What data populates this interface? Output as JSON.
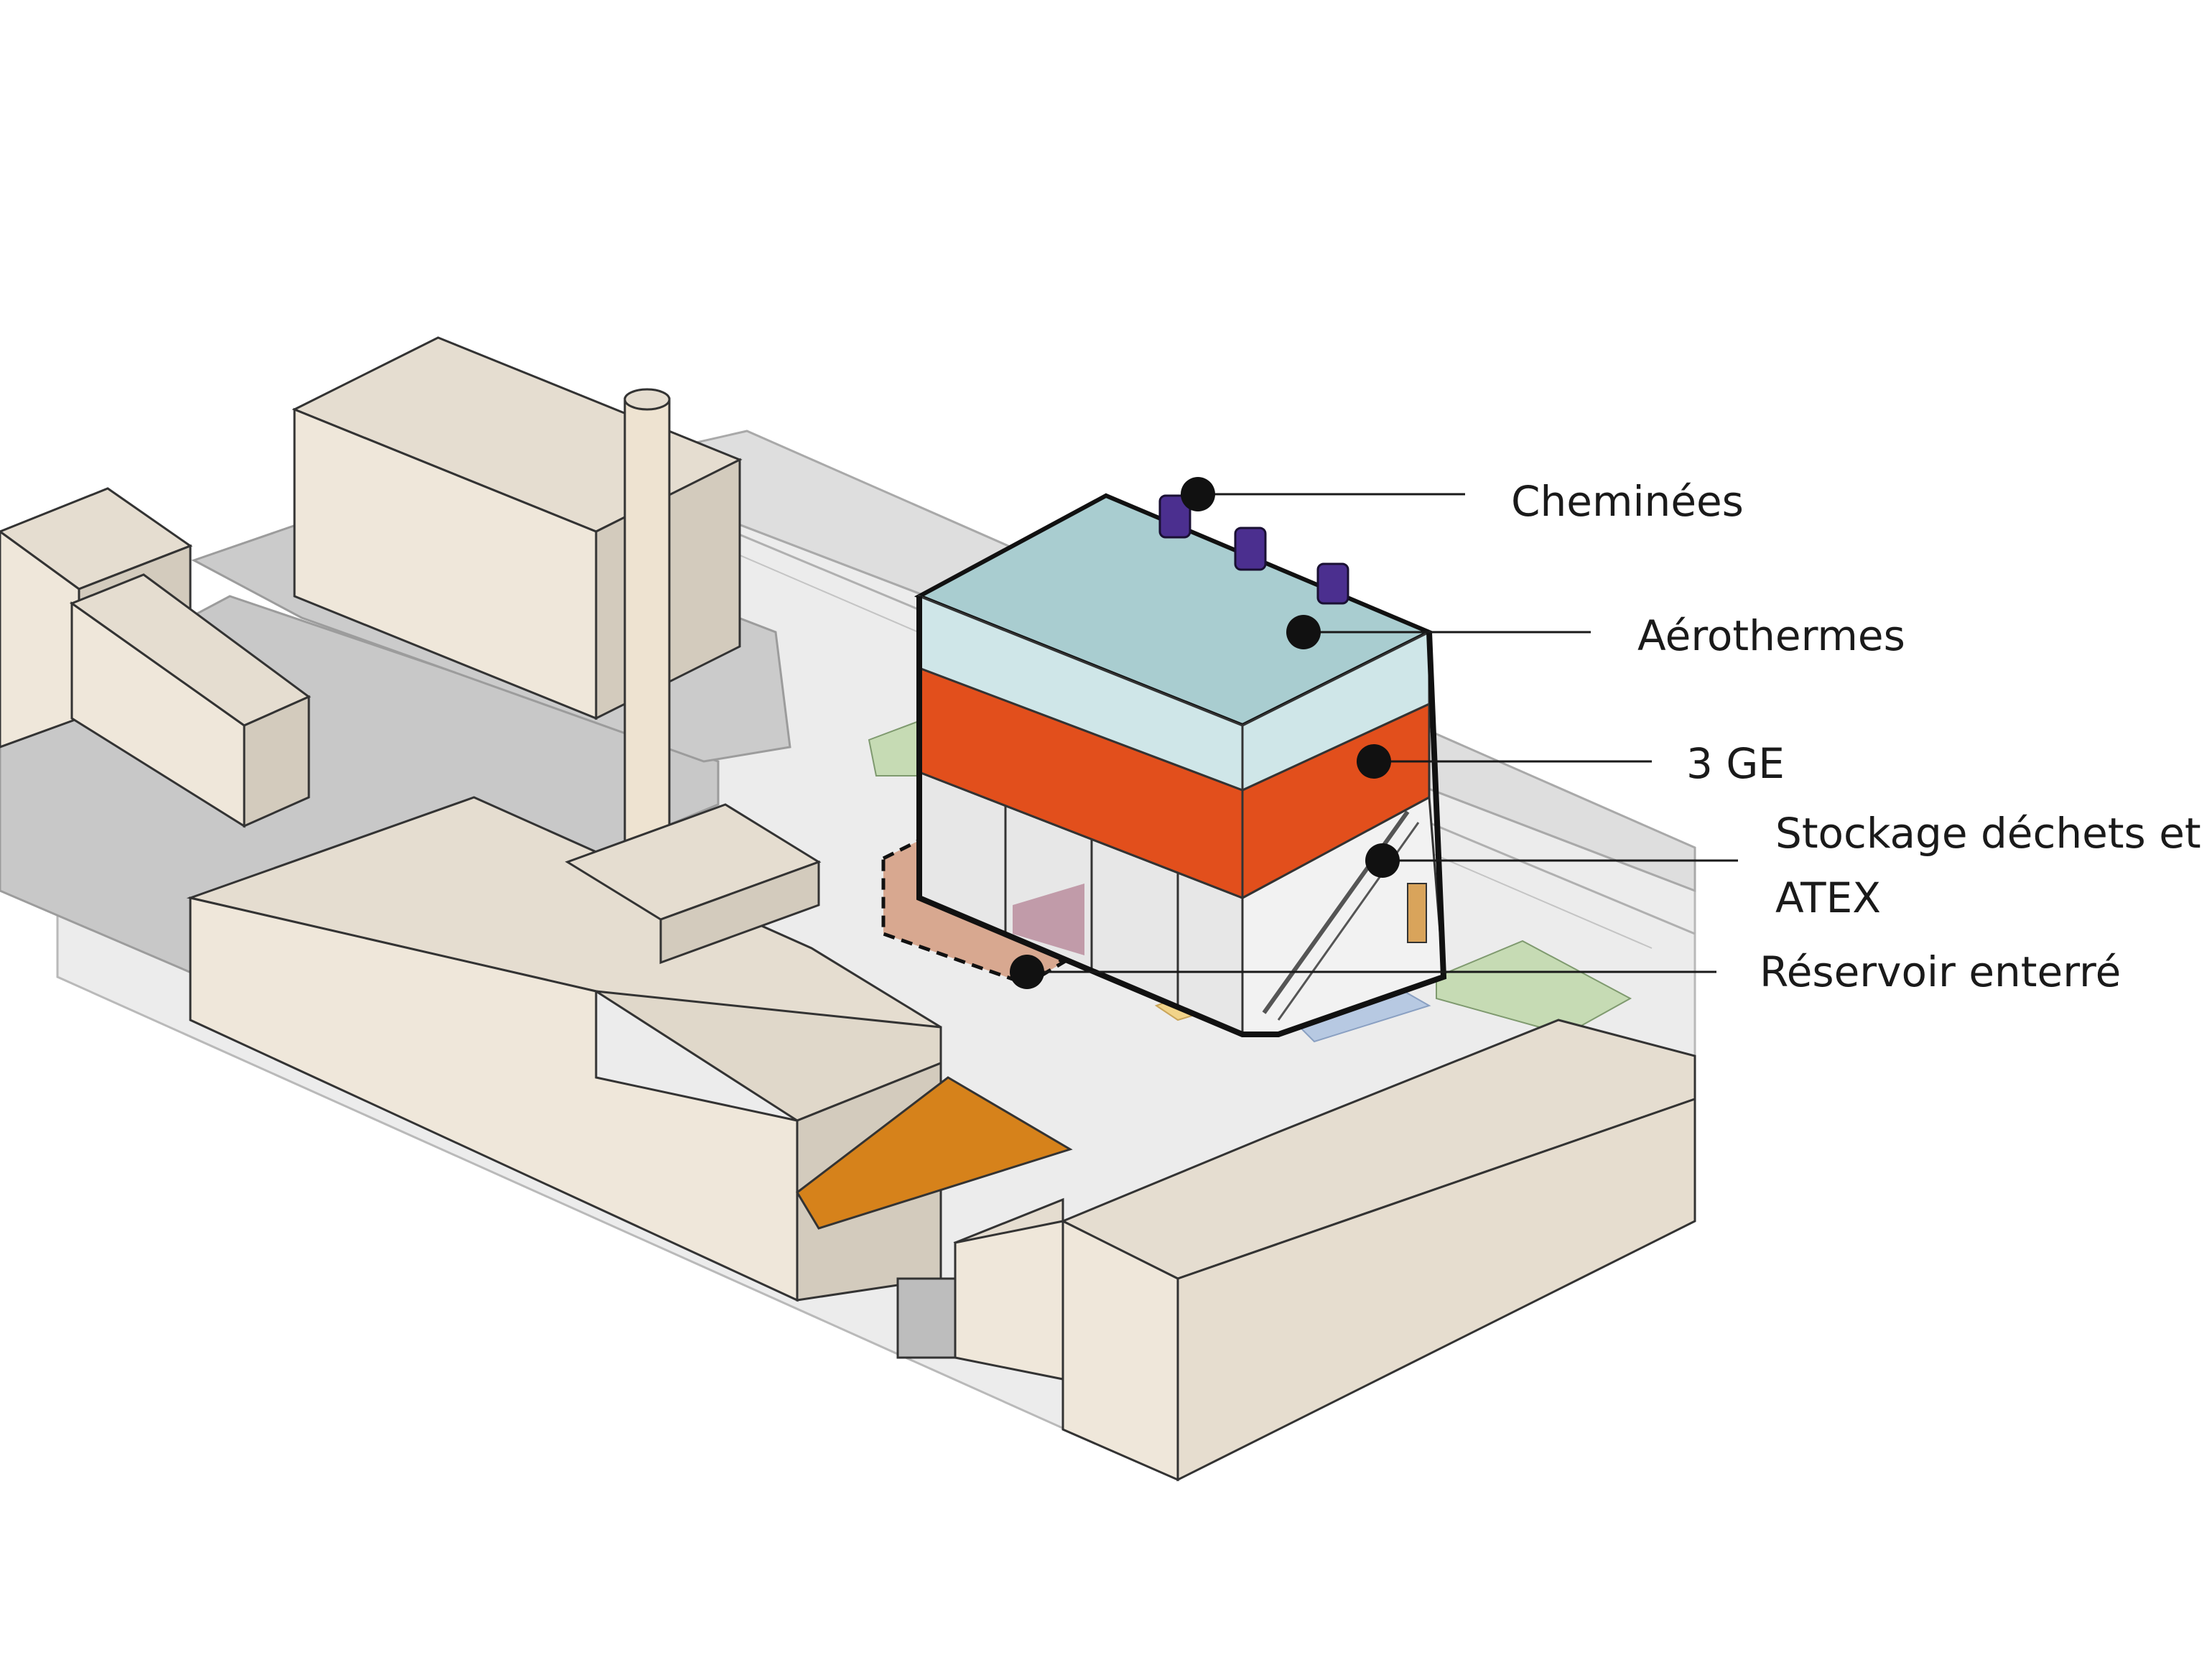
{
  "labels": {
    "chimneys": "Cheminées",
    "aerotherms": "Aérothermes",
    "generators": "3 GE",
    "storage_line1": "Stockage déchets et",
    "storage_line2": "ATEX",
    "tank": "Réservoir enterré"
  },
  "colors": {
    "building_top": "#e5ddd0",
    "building_light": "#efe7da",
    "building_shade": "#d3cbbd",
    "ground": "#e9e9e9",
    "plaza": "#c9c9c9",
    "aerotherm_level": "#a9cdd0",
    "aerotherm_front": "#cfe6e8",
    "generator_level": "#e24f1c",
    "chimney": "#4b2f8f",
    "tank_hatch": "#d8a890",
    "orange_roof": "#d6821b",
    "green_patch": "#c6dbb4",
    "leader_line": "#1a1a1a",
    "marker": "#111111"
  }
}
